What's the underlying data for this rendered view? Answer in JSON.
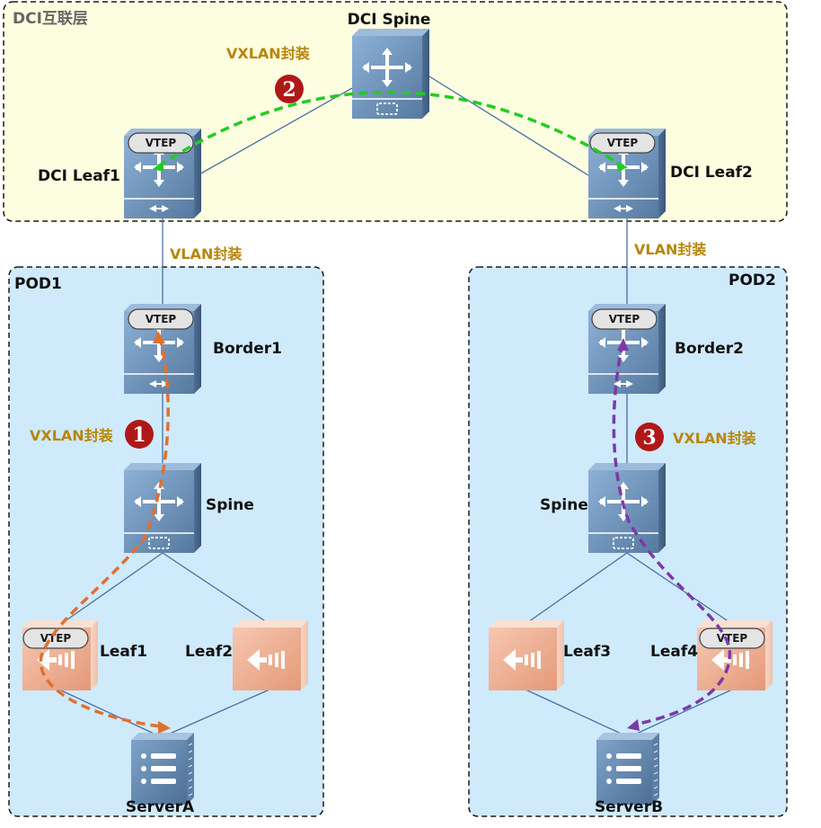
{
  "zones": {
    "dci": {
      "label": "DCI互联层"
    },
    "pod1": {
      "label": "POD1"
    },
    "pod2": {
      "label": "POD2"
    }
  },
  "nodes": {
    "dci_spine": {
      "label": "DCI Spine",
      "icon": "core-switch-icon"
    },
    "dci_leaf1": {
      "label": "DCI Leaf1",
      "icon": "switch-icon",
      "vtep": "VTEP"
    },
    "dci_leaf2": {
      "label": "DCI Leaf2",
      "icon": "switch-icon",
      "vtep": "VTEP"
    },
    "border1": {
      "label": "Border1",
      "icon": "switch-icon",
      "vtep": "VTEP"
    },
    "border2": {
      "label": "Border2",
      "icon": "switch-icon",
      "vtep": "VTEP"
    },
    "spine1": {
      "label": "Spine",
      "icon": "core-switch-icon"
    },
    "spine2": {
      "label": "Spine",
      "icon": "core-switch-icon"
    },
    "leaf1": {
      "label": "Leaf1",
      "icon": "leaf-switch-icon",
      "vtep": "VTEP"
    },
    "leaf2": {
      "label": "Leaf2",
      "icon": "leaf-switch-icon"
    },
    "leaf3": {
      "label": "Leaf3",
      "icon": "leaf-switch-icon"
    },
    "leaf4": {
      "label": "Leaf4",
      "icon": "leaf-switch-icon",
      "vtep": "VTEP"
    },
    "servera": {
      "label": "ServerA",
      "icon": "server-icon"
    },
    "serverb": {
      "label": "ServerB",
      "icon": "server-icon"
    }
  },
  "encapsulation": {
    "vxlan_dci": "VXLAN封装",
    "vlan_left": "VLAN封装",
    "vlan_right": "VLAN封装",
    "vxlan_pod1": "VXLAN封装",
    "vxlan_pod2": "VXLAN封装"
  },
  "steps": {
    "one": "1",
    "two": "2",
    "three": "3"
  },
  "colors": {
    "dci_zone_fill": "#fdfde0",
    "pod_zone_fill": "#cfeafb",
    "link": "#4a6fa5",
    "switch_blue": "#6f95be",
    "leaf_orange": "#eba88a",
    "path_green": "#22cc22",
    "path_orange": "#e07030",
    "path_purple": "#7a3aa8",
    "label_gold": "#b8860b",
    "step_red": "#b01818"
  }
}
